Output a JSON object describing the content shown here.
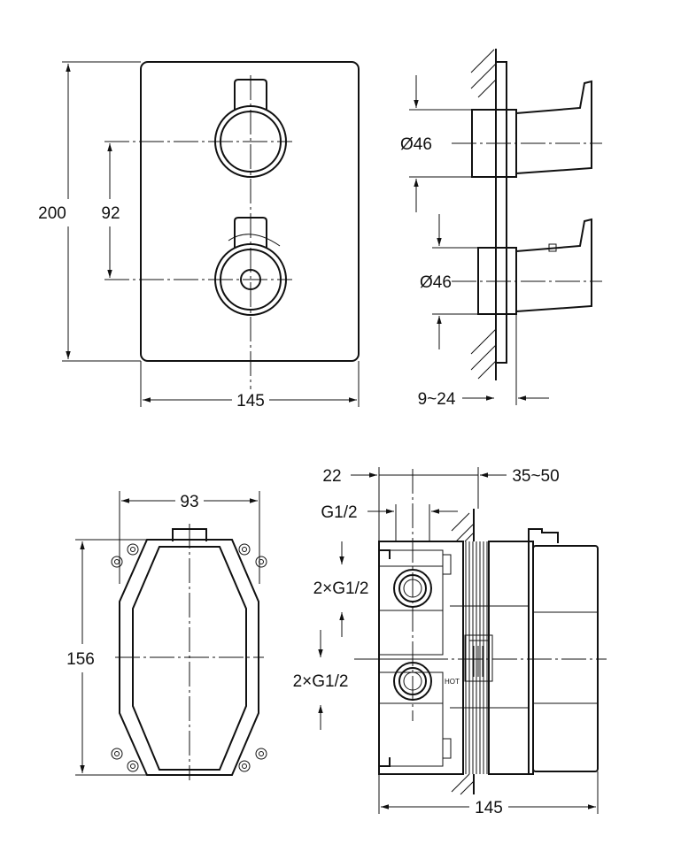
{
  "front_view": {
    "height": "200",
    "spacing": "92",
    "width": "145"
  },
  "side_view": {
    "upper_diameter": "Ø46",
    "lower_diameter": "Ø46",
    "depth_range": "9~24"
  },
  "box_front": {
    "width": "93",
    "height": "156"
  },
  "box_side": {
    "offset": "22",
    "install_depth": "35~50",
    "outlet_thread": "G1/2",
    "upper_ports": "2×G1/2",
    "lower_ports": "2×G1/2",
    "hot_label": "HOT",
    "width": "145"
  }
}
